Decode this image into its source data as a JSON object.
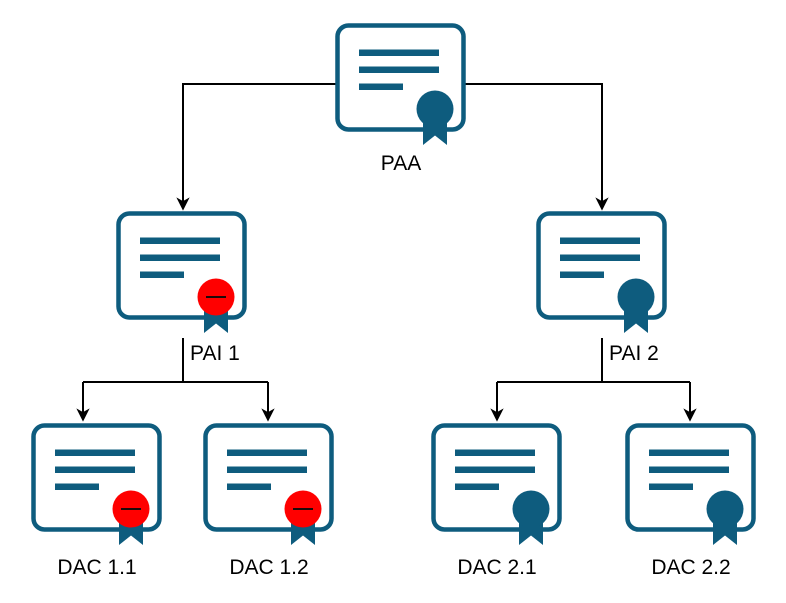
{
  "diagram": {
    "type": "certificate-hierarchy-tree",
    "levels": [
      "root",
      "intermediate",
      "leaf"
    ]
  },
  "colors": {
    "cert": "#0E5C7E",
    "connector": "#000000",
    "text": "#000000",
    "background": "#FFFFFF",
    "seal_valid": "#0E5C7E",
    "seal_revoked": "#FF0000"
  },
  "nodes": [
    {
      "id": "paa",
      "label": "PAA",
      "icon": "certificate-icon",
      "seal_color": "#0E5C7E",
      "dash": "hidden",
      "state": "valid"
    },
    {
      "id": "pai1",
      "label": "PAI 1",
      "icon": "certificate-icon",
      "seal_color": "#FF0000",
      "dash": "visible",
      "state": "revoked"
    },
    {
      "id": "pai2",
      "label": "PAI 2",
      "icon": "certificate-icon",
      "seal_color": "#0E5C7E",
      "dash": "hidden",
      "state": "valid"
    },
    {
      "id": "dac11",
      "label": "DAC 1.1",
      "icon": "certificate-icon",
      "seal_color": "#FF0000",
      "dash": "visible",
      "state": "revoked"
    },
    {
      "id": "dac12",
      "label": "DAC 1.2",
      "icon": "certificate-icon",
      "seal_color": "#FF0000",
      "dash": "visible",
      "state": "revoked"
    },
    {
      "id": "dac21",
      "label": "DAC 2.1",
      "icon": "certificate-icon",
      "seal_color": "#0E5C7E",
      "dash": "hidden",
      "state": "valid"
    },
    {
      "id": "dac22",
      "label": "DAC 2.2",
      "icon": "certificate-icon",
      "seal_color": "#0E5C7E",
      "dash": "hidden",
      "state": "valid"
    }
  ],
  "edges": [
    {
      "from": "PAA",
      "to": "PAI 1"
    },
    {
      "from": "PAA",
      "to": "PAI 2"
    },
    {
      "from": "PAI 1",
      "to": "DAC 1.1"
    },
    {
      "from": "PAI 1",
      "to": "DAC 1.2"
    },
    {
      "from": "PAI 2",
      "to": "DAC 2.1"
    },
    {
      "from": "PAI 2",
      "to": "DAC 2.2"
    }
  ]
}
